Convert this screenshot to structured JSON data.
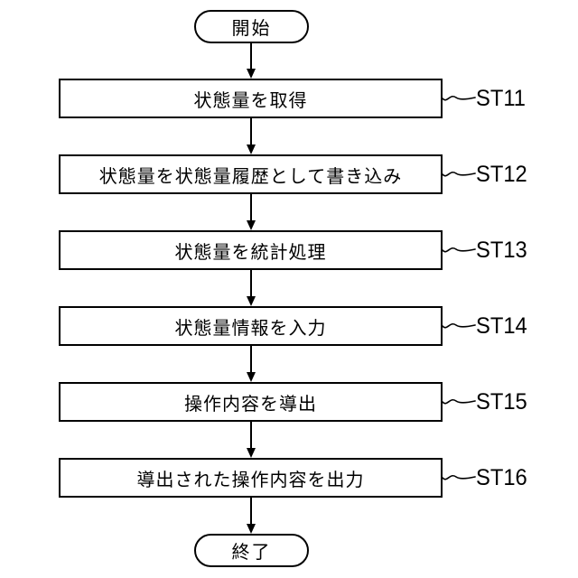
{
  "diagram": {
    "type": "flowchart",
    "start_label": "開始",
    "end_label": "終了",
    "steps": [
      {
        "label": "状態量を取得",
        "tag": "ST11"
      },
      {
        "label": "状態量を状態量履歴として書き込み",
        "tag": "ST12"
      },
      {
        "label": "状態量を統計処理",
        "tag": "ST13"
      },
      {
        "label": "状態量情報を入力",
        "tag": "ST14"
      },
      {
        "label": "操作内容を導出",
        "tag": "ST15"
      },
      {
        "label": "導出された操作内容を出力",
        "tag": "ST16"
      }
    ],
    "colors": {
      "line": "#000000",
      "background": "#ffffff",
      "text": "#000000"
    }
  }
}
